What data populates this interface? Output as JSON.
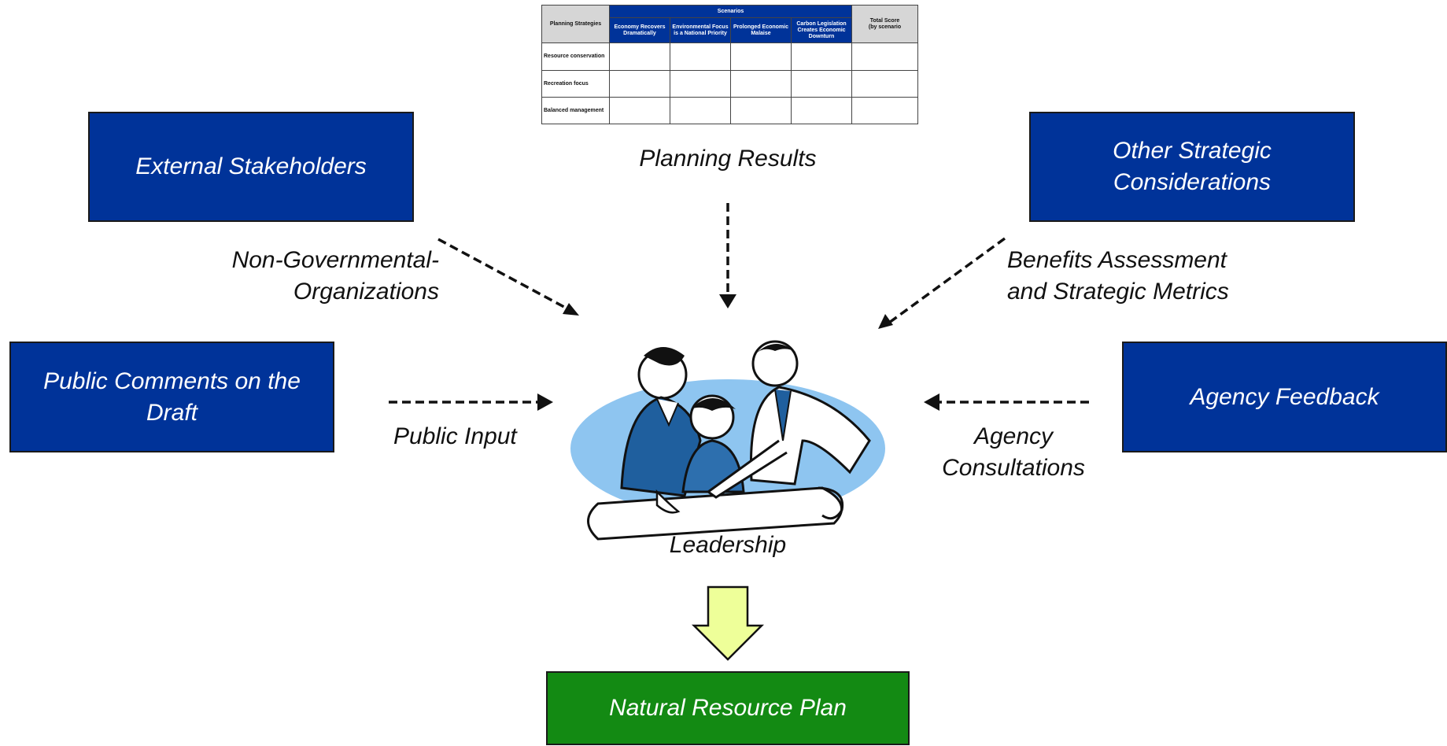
{
  "boxes": {
    "external_stakeholders": "External Stakeholders",
    "other_strategic_line1": "Other Strategic",
    "other_strategic_line2": "Considerations",
    "public_comments_line1": "Public Comments on the",
    "public_comments_line2": "Draft",
    "agency_feedback": "Agency Feedback",
    "natural_resource_plan": "Natural Resource Plan"
  },
  "labels": {
    "planning_results": "Planning Results",
    "ngo_line1": "Non-Governmental-",
    "ngo_line2": "Organizations",
    "benefits_line1": "Benefits Assessment",
    "benefits_line2": "and Strategic Metrics",
    "public_input": "Public Input",
    "agency_consult_line1": "Agency",
    "agency_consult_line2": "Consultations",
    "leadership": "Leadership"
  },
  "table": {
    "planning_strategies": "Planning Strategies",
    "scenarios": "Scenarios",
    "col1": "Economy Recovers Dramatically",
    "col2": "Environmental Focus is a National Priority",
    "col3": "Prolonged Economic Malaise",
    "col4": "Carbon Legislation Creates Economic Downturn",
    "total_line1": "Total Score",
    "total_line2": "(by scenario",
    "row1": "Resource conservation",
    "row2": "Recreation focus",
    "row3": "Balanced management"
  },
  "colors": {
    "box_blue": "#003399",
    "box_green": "#138a13",
    "arrow_yellow": "#eeff99",
    "clipart_blue": "#8ec5f0"
  },
  "icons": {
    "leadership_image": "people-around-map-clipart"
  }
}
